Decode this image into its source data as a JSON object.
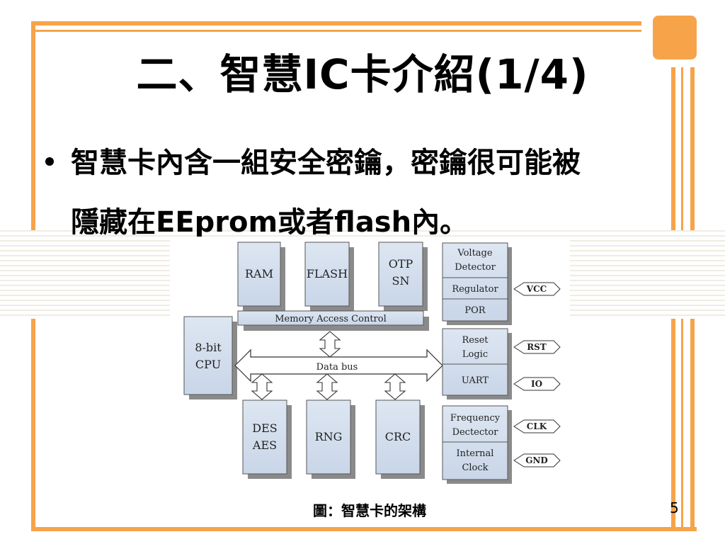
{
  "slide": {
    "title": "二、智慧IC卡介紹(1/4)",
    "bullet_line1": "智慧卡內含一組安全密鑰，密鑰很可能被",
    "bullet_line2": "隱藏在EEprom或者flash內。",
    "caption": "圖：智慧卡的架構",
    "page_number": "5",
    "accent_color": "#f7a34a"
  },
  "diagram": {
    "ram": "RAM",
    "flash": "FLASH",
    "otp1": "OTP",
    "otp2": "SN",
    "mac": "Memory Access Control",
    "cpu1": "8-bit",
    "cpu2": "CPU",
    "bus": "Data bus",
    "des1": "DES",
    "des2": "AES",
    "rng": "RNG",
    "crc": "CRC",
    "voltage1": "Voltage",
    "voltage2": "Detector",
    "regulator": "Regulator",
    "por": "POR",
    "reset1": "Reset",
    "reset2": "Logic",
    "uart": "UART",
    "freq1": "Frequency",
    "freq2": "Dectector",
    "clock1": "Internal",
    "clock2": "Clock",
    "pin_vcc": "VCC",
    "pin_rst": "RST",
    "pin_io": "IO",
    "pin_clk": "CLK",
    "pin_gnd": "GND"
  }
}
